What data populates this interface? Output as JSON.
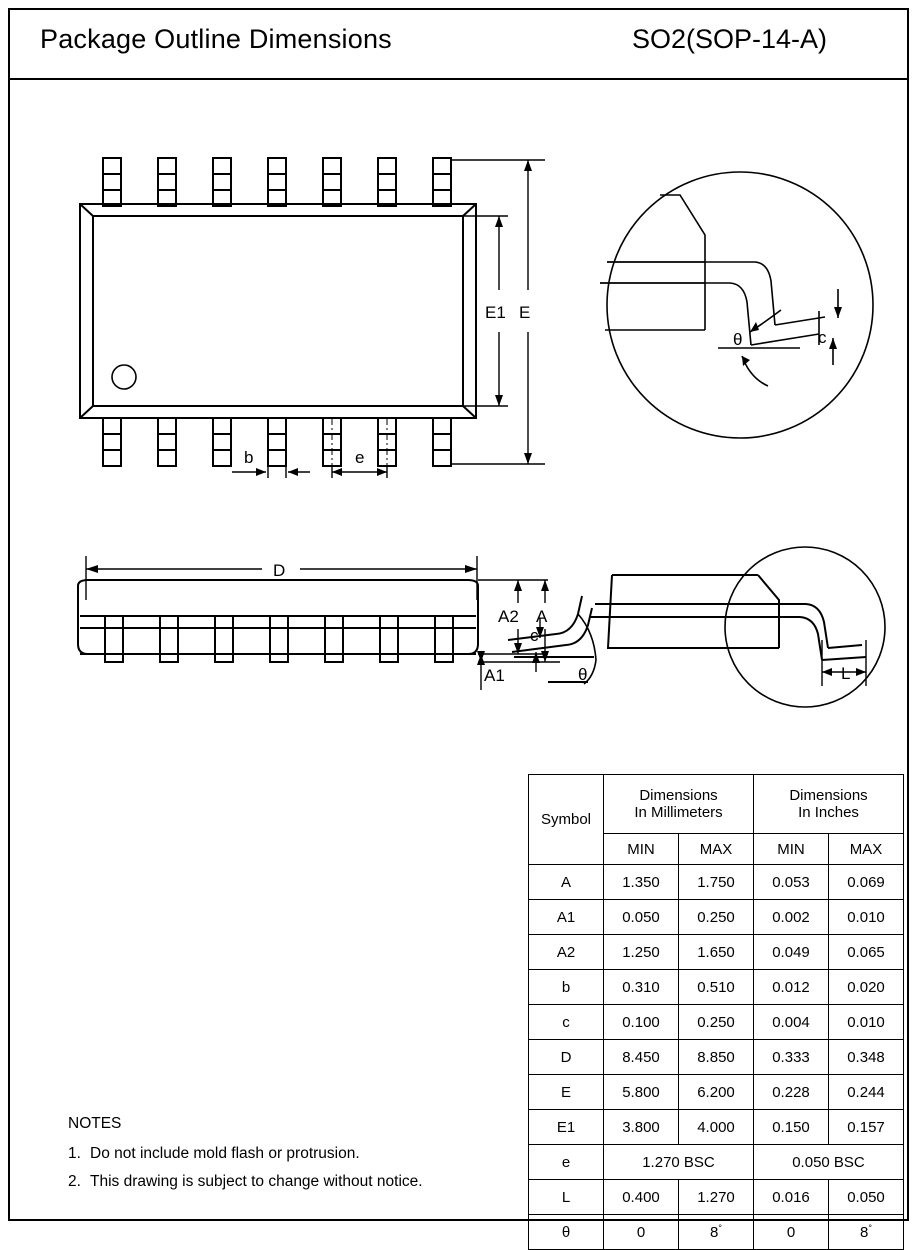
{
  "header": {
    "title": "Package Outline Dimensions",
    "package": "SO2(SOP-14-A)"
  },
  "drawing": {
    "labels": {
      "E1": "E1",
      "E": "E",
      "b": "b",
      "e": "e",
      "D": "D",
      "A": "A",
      "A1": "A1",
      "A2": "A2",
      "c": "c",
      "c2": "c",
      "theta": "θ",
      "theta2": "θ",
      "L": "L"
    },
    "pin_count_top": 7,
    "pin_count_bottom": 7,
    "pin_count_side": 7
  },
  "table": {
    "col_symbol": "Symbol",
    "group_mm_line1": "Dimensions",
    "group_mm_line2": "In Millimeters",
    "group_in_line1": "Dimensions",
    "group_in_line2": "In Inches",
    "sub_min_mm": "MIN",
    "sub_max_mm": "MAX",
    "sub_min_in": "MIN",
    "sub_max_in": "MAX",
    "rows": [
      {
        "symbol": "A",
        "mm_min": "1.350",
        "mm_max": "1.750",
        "in_min": "0.053",
        "in_max": "0.069"
      },
      {
        "symbol": "A1",
        "mm_min": "0.050",
        "mm_max": "0.250",
        "in_min": "0.002",
        "in_max": "0.010"
      },
      {
        "symbol": "A2",
        "mm_min": "1.250",
        "mm_max": "1.650",
        "in_min": "0.049",
        "in_max": "0.065"
      },
      {
        "symbol": "b",
        "mm_min": "0.310",
        "mm_max": "0.510",
        "in_min": "0.012",
        "in_max": "0.020"
      },
      {
        "symbol": "c",
        "mm_min": "0.100",
        "mm_max": "0.250",
        "in_min": "0.004",
        "in_max": "0.010"
      },
      {
        "symbol": "D",
        "mm_min": "8.450",
        "mm_max": "8.850",
        "in_min": "0.333",
        "in_max": "0.348"
      },
      {
        "symbol": "E",
        "mm_min": "5.800",
        "mm_max": "6.200",
        "in_min": "0.228",
        "in_max": "0.244"
      },
      {
        "symbol": "E1",
        "mm_min": "3.800",
        "mm_max": "4.000",
        "in_min": "0.150",
        "in_max": "0.157"
      },
      {
        "symbol": "e",
        "mm_span": "1.270 BSC",
        "in_span": "0.050 BSC"
      },
      {
        "symbol": "L",
        "mm_min": "0.400",
        "mm_max": "1.270",
        "in_min": "0.016",
        "in_max": "0.050"
      },
      {
        "symbol": "θ",
        "mm_min": "0",
        "mm_max": "8",
        "mm_max_sup": "°",
        "in_min": "0",
        "in_max": "8",
        "in_max_sup": "°"
      }
    ]
  },
  "notes": {
    "title": "NOTES",
    "items": [
      {
        "num": "1.",
        "text": "Do not include mold flash or protrusion."
      },
      {
        "num": "2.",
        "text": "This drawing is subject to change without notice."
      }
    ]
  }
}
